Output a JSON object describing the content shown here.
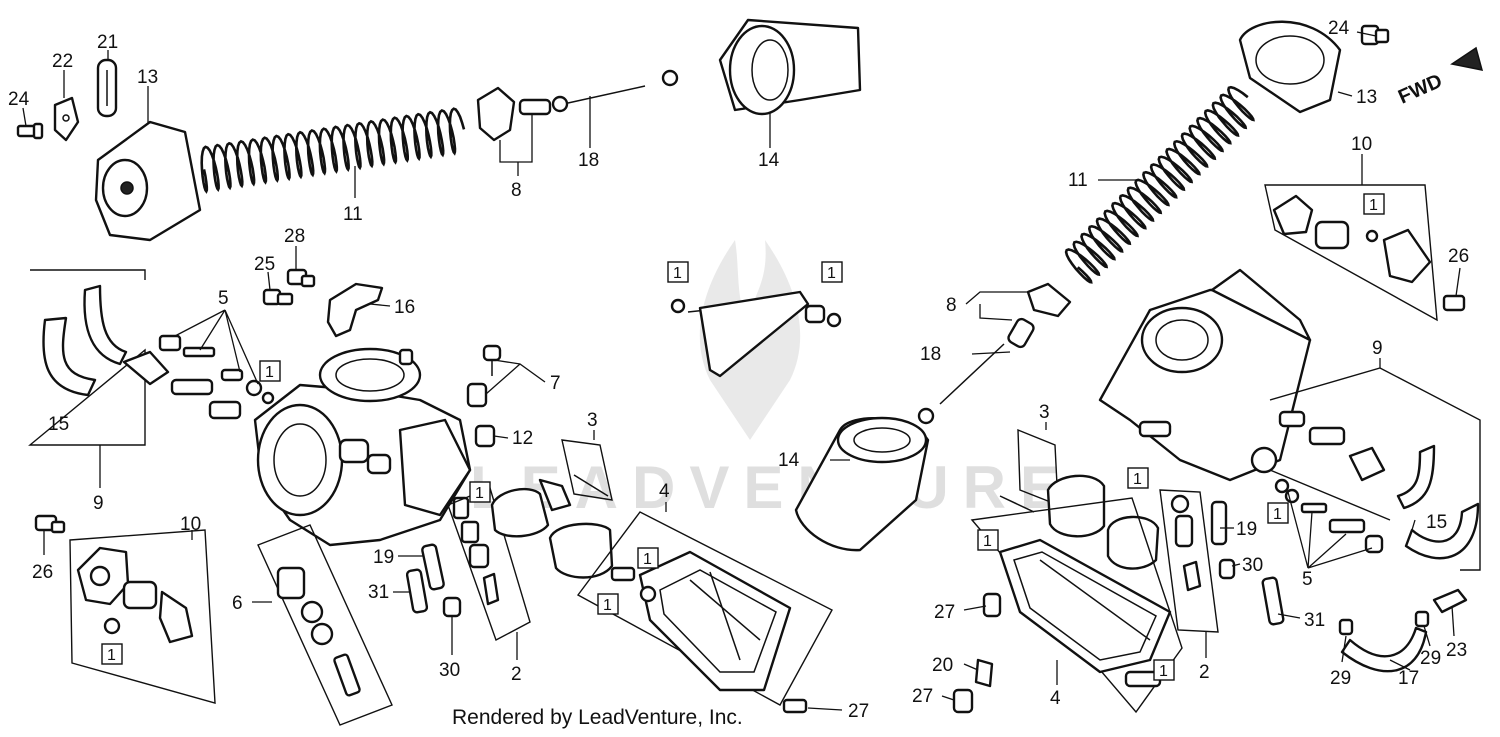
{
  "diagram": {
    "credit": "Rendered by LeadVenture, Inc.",
    "direction_label": "FWD",
    "watermark_text": "LEADVENTURE",
    "ink_color": "#111111",
    "watermark_color": "#d8d8d8",
    "box_label": "1",
    "callouts": {
      "c24a": "24",
      "c22": "22",
      "c21": "21",
      "c13a": "13",
      "c11a": "11",
      "c8a": "8",
      "c18a": "18",
      "c14a": "14",
      "c28": "28",
      "c25": "25",
      "c5a": "5",
      "c16": "16",
      "c9a": "9",
      "c15a": "15",
      "c7": "7",
      "c12": "12",
      "c3a": "3",
      "c4a": "4",
      "c26a": "26",
      "c10a": "10",
      "c6": "6",
      "c19a": "19",
      "c31a": "31",
      "c30a": "30",
      "c2a": "2",
      "c27a": "27",
      "c24b": "24",
      "c13b": "13",
      "c10b": "10",
      "c11b": "11",
      "c26b": "26",
      "c8b": "8",
      "c18b": "18",
      "c9b": "9",
      "c14b": "14",
      "c3b": "3",
      "c19b": "19",
      "c30b": "30",
      "c15b": "15",
      "c5b": "5",
      "c27b": "27",
      "c2b": "2",
      "c31b": "31",
      "c23": "23",
      "c29a": "29",
      "c29b": "29",
      "c20": "20",
      "c4b": "4",
      "c17": "17",
      "c27c": "27"
    }
  }
}
